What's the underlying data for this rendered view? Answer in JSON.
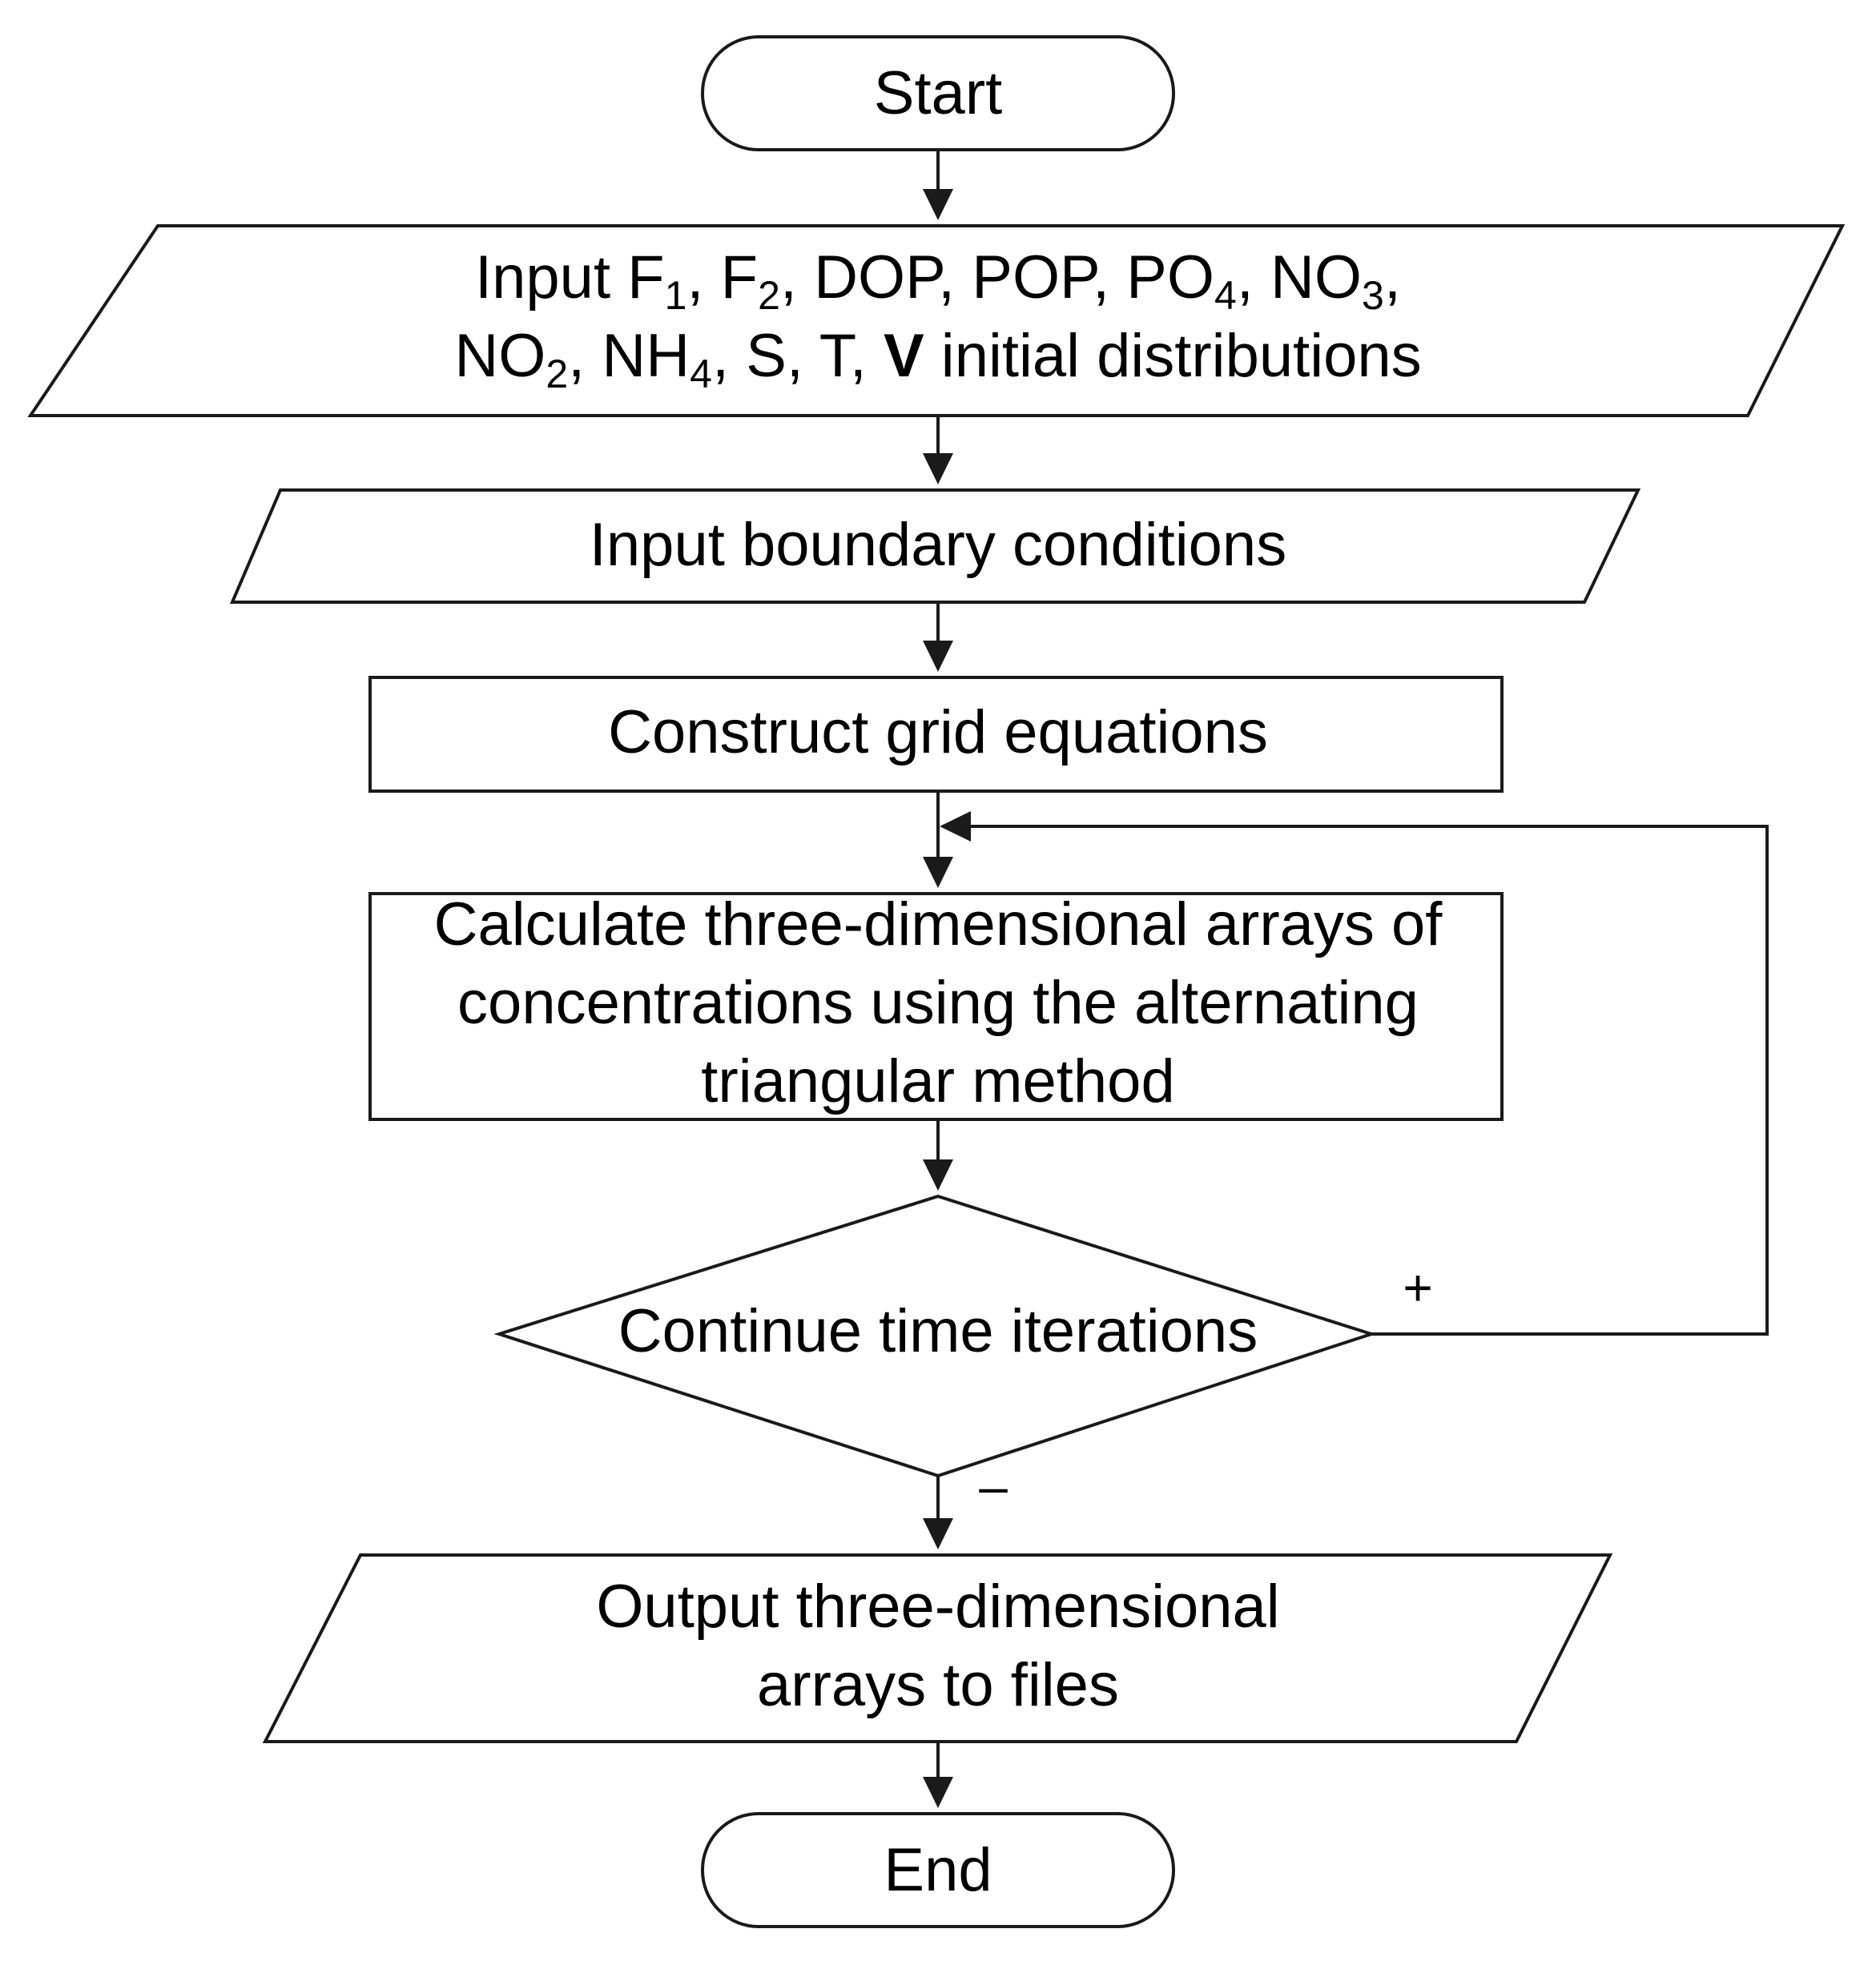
{
  "flowchart": {
    "start": "Start",
    "input_initial": {
      "line1": {
        "t1": "Input F",
        "s1": "1",
        "t2": ", F",
        "s2": "2",
        "t3": ", DOP, POP, PO",
        "s3": "4",
        "t4": ", NO",
        "s4": "3",
        "t5": ","
      },
      "line2": {
        "t1": "NO",
        "s1": "2",
        "t2": ", NH",
        "s2": "4",
        "t3": ", S, T, ",
        "bold": "V",
        "t4": " initial distributions"
      }
    },
    "input_boundary": "Input boundary conditions",
    "construct": "Construct grid equations",
    "calculate": [
      "Calculate three-dimensional arrays of",
      "concentrations using the alternating",
      "triangular method"
    ],
    "decision": "Continue time iterations",
    "yes_label": "+",
    "no_label": "–",
    "output": [
      "Output three-dimensional",
      "arrays to files"
    ],
    "end": "End"
  }
}
